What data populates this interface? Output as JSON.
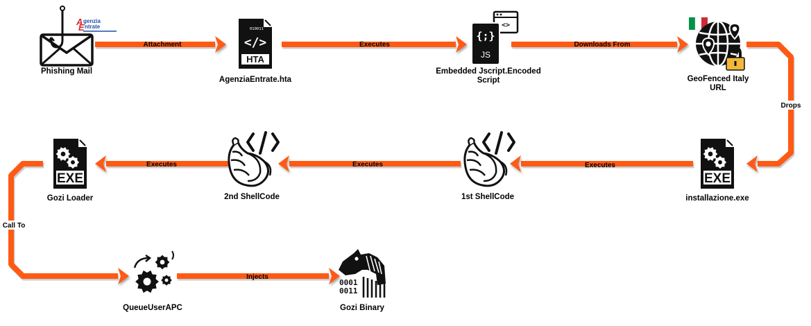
{
  "colors": {
    "arrow": "#ff5a14",
    "icon": "#111111",
    "flag_green": "#009246",
    "flag_white": "#ffffff",
    "flag_red": "#ce2b37",
    "lock": "#f3b73b",
    "brand_blue": "#1f4fa8",
    "brand_red": "#d7282f"
  },
  "nodes": [
    {
      "id": "phishing",
      "label_lines": [
        "Phishing Mail"
      ],
      "icon": "envelope-hook-icon",
      "brand_text": [
        "genzia",
        "ntrate"
      ],
      "brand_letters": [
        "A",
        "E"
      ]
    },
    {
      "id": "hta",
      "label_lines": [
        "AgenziaEntrate.hta"
      ],
      "icon": "hta-file-icon",
      "file_tag": "HTA",
      "file_bits": "010011",
      "file_code": "</>"
    },
    {
      "id": "jscript",
      "label_lines": [
        "Embedded Jscript.Encoded",
        "Script"
      ],
      "icon": "js-file-icon",
      "file_tag": "JS",
      "file_code": "{;}"
    },
    {
      "id": "geofence",
      "label_lines": [
        "GeoFenced Italy",
        "URL"
      ],
      "icon": "globe-lock-icon"
    },
    {
      "id": "installazione",
      "label_lines": [
        "installazione.exe"
      ],
      "icon": "exe-file-icon",
      "file_tag": "EXE"
    },
    {
      "id": "shell1",
      "label_lines": [
        "1st ShellCode"
      ],
      "icon": "shell-code-icon"
    },
    {
      "id": "shell2",
      "label_lines": [
        "2nd ShellCode"
      ],
      "icon": "shell-code-icon"
    },
    {
      "id": "gozi_loader",
      "label_lines": [
        "Gozi Loader"
      ],
      "icon": "exe-file-icon",
      "file_tag": "EXE"
    },
    {
      "id": "queue",
      "label_lines": [
        "QueueUserAPC"
      ],
      "icon": "gears-icon"
    },
    {
      "id": "gozi_binary",
      "label_lines": [
        "Gozi Binary"
      ],
      "icon": "trojan-horse-binary-icon",
      "bits_rows": [
        "0001",
        "0011"
      ]
    }
  ],
  "edges": [
    {
      "from": "phishing",
      "to": "hta",
      "label": "Attachment"
    },
    {
      "from": "hta",
      "to": "jscript",
      "label": "Executes"
    },
    {
      "from": "jscript",
      "to": "geofence",
      "label": "Downloads From"
    },
    {
      "from": "geofence",
      "to": "installazione",
      "label": "Drops"
    },
    {
      "from": "installazione",
      "to": "shell1",
      "label": "Executes"
    },
    {
      "from": "shell1",
      "to": "shell2",
      "label": "Executes"
    },
    {
      "from": "shell2",
      "to": "gozi_loader",
      "label": "Executes"
    },
    {
      "from": "gozi_loader",
      "to": "queue",
      "label": "Call To"
    },
    {
      "from": "queue",
      "to": "gozi_binary",
      "label": "Injects"
    }
  ]
}
